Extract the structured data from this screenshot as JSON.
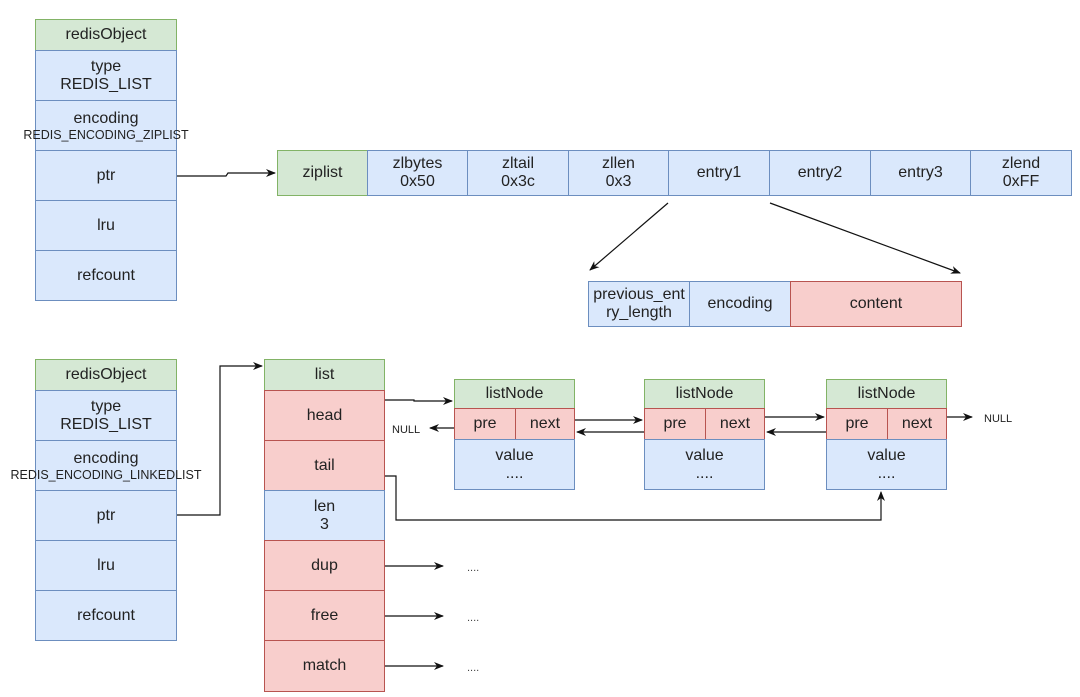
{
  "ziplist_object": {
    "header": "redisObject",
    "type_line1": "type",
    "type_line2": "REDIS_LIST",
    "encoding_line1": "encoding",
    "encoding_line2": "REDIS_ENCODING_ZIPLIST",
    "ptr": "ptr",
    "lru": "lru",
    "refcount": "refcount"
  },
  "ziplist": {
    "name": "ziplist",
    "zlbytes": [
      "zlbytes",
      "0x50"
    ],
    "zltail": [
      "zltail",
      "0x3c"
    ],
    "zllen": [
      "zllen",
      "0x3"
    ],
    "entry1": "entry1",
    "entry2": "entry2",
    "entry3": "entry3",
    "zlend": [
      "zlend",
      "0xFF"
    ]
  },
  "entry_detail": {
    "prev_line1": "previous_ent",
    "prev_line2": "ry_length",
    "encoding": "encoding",
    "content": "content"
  },
  "linkedlist_object": {
    "header": "redisObject",
    "type_line1": "type",
    "type_line2": "REDIS_LIST",
    "encoding_line1": "encoding",
    "encoding_line2": "REDIS_ENCODING_LINKEDLIST",
    "ptr": "ptr",
    "lru": "lru",
    "refcount": "refcount"
  },
  "list": {
    "name": "list",
    "head": "head",
    "tail": "tail",
    "len_line1": "len",
    "len_line2": "3",
    "dup": "dup",
    "free": "free",
    "match": "match",
    "ellipsis": "...."
  },
  "list_nodes": [
    {
      "title": "listNode",
      "pre": "pre",
      "next": "next",
      "value_line1": "value",
      "value_line2": "...."
    },
    {
      "title": "listNode",
      "pre": "pre",
      "next": "next",
      "value_line1": "value",
      "value_line2": "...."
    },
    {
      "title": "listNode",
      "pre": "pre",
      "next": "next",
      "value_line1": "value",
      "value_line2": "...."
    }
  ],
  "null_left": "NULL",
  "null_right": "NULL",
  "colors": {
    "green_fill": "#d5e8d4",
    "blue_fill": "#dae8fc",
    "red_fill": "#f8cecc"
  }
}
